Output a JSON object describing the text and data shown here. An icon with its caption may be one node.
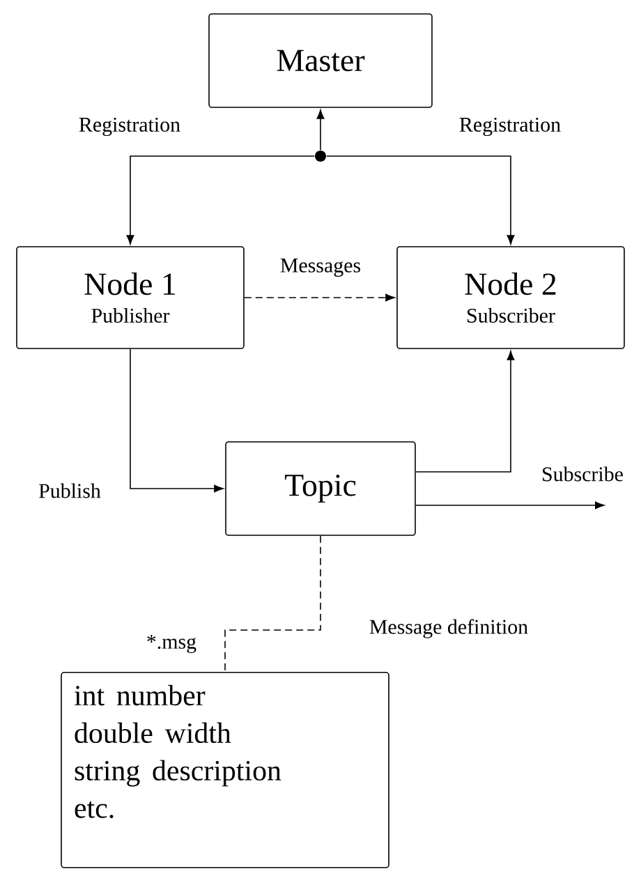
{
  "diagram": {
    "nodes": [
      {
        "text": [
          "Master"
        ]
      },
      {
        "text": [
          "Node 1",
          "Publisher"
        ]
      },
      {
        "text": [
          "Node 2",
          "Subscriber"
        ]
      },
      {
        "text": [
          "Topic"
        ]
      },
      {
        "text": [
          "int number",
          "double width",
          "string description",
          "etc."
        ],
        "beside": [
          "*.msg"
        ]
      },
      {
        "text": [],
        "shape": "circle"
      }
    ],
    "edges": [
      {
        "from": 5,
        "to": 0,
        "arrow": "to"
      },
      {
        "from": 5,
        "to": 1,
        "arrow": "to",
        "label": "Registration"
      },
      {
        "from": 5,
        "to": 2,
        "arrow": "to",
        "label": "Registration"
      },
      {
        "from": 1,
        "to": 2,
        "arrow": "to",
        "style": "dashed",
        "label": "Messages"
      },
      {
        "from": 1,
        "to": 3,
        "arrow": "to",
        "label": "Publish"
      },
      {
        "from": 3,
        "to": 2,
        "arrow": "to",
        "label": "Subscribe"
      },
      {
        "from": 3,
        "to": null,
        "arrow": "to"
      },
      {
        "from": 3,
        "to": 4,
        "arrow": "none",
        "style": "dashed",
        "label": "Message definition"
      }
    ]
  }
}
